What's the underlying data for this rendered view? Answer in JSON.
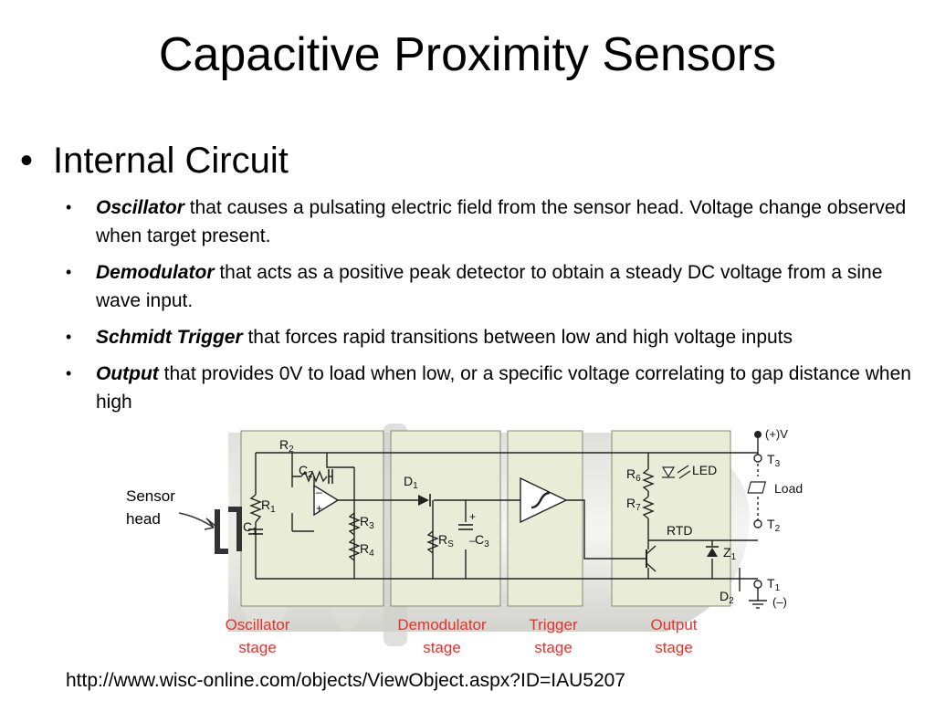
{
  "title": "Capacitive Proximity Sensors",
  "main_bullet": "Internal Circuit",
  "sub_bullets": [
    {
      "term": "Oscillator",
      "text": " that causes a pulsating electric field from the sensor head. Voltage change observed when target present."
    },
    {
      "term": "Demodulator",
      "text": " that acts as a positive peak detector to obtain a steady DC voltage from a sine wave input."
    },
    {
      "term": "Schmidt Trigger",
      "text": " that forces rapid transitions between low and high voltage inputs"
    },
    {
      "term": "Output",
      "text": " that provides 0V to load when low, or a specific voltage correlating to gap distance when high"
    }
  ],
  "diagram": {
    "sensor_label_1": "Sensor",
    "sensor_label_2": "head",
    "labels": {
      "r2": "R",
      "r2_sub": "2",
      "c2": "C",
      "c2_sub": "2",
      "r1": "R",
      "r1_sub": "1",
      "c1": "C",
      "c1_sub": "1",
      "r3": "R",
      "r3_sub": "3",
      "r4": "R",
      "r4_sub": "4",
      "d1": "D",
      "d1_sub": "1",
      "rs": "R",
      "rs_sub": "S",
      "c3": "C",
      "c3_sub": "3",
      "r6": "R",
      "r6_sub": "6",
      "r7": "R",
      "r7_sub": "7",
      "led": "LED",
      "rtd": "RTD",
      "z1": "Z",
      "z1_sub": "1",
      "d2": "D",
      "d2_sub": "2",
      "vplus": "(+)V",
      "t3": "T",
      "t3_sub": "3",
      "load": "Load",
      "t2": "T",
      "t2_sub": "2",
      "t1": "T",
      "t1_sub": "1",
      "minus": "(–)",
      "opamp_minus": "–",
      "opamp_plus": "+",
      "c3_plus": "+",
      "c3_minus": "–"
    },
    "stages": [
      {
        "line1": "Oscillator",
        "line2": "stage"
      },
      {
        "line1": "Demodulator",
        "line2": "stage"
      },
      {
        "line1": "Trigger",
        "line2": "stage"
      },
      {
        "line1": "Output",
        "line2": "stage"
      }
    ],
    "colors": {
      "stage_label": "#e8302a",
      "panel": "#e9ecd6",
      "wire": "#222222"
    }
  },
  "source_url": "http://www.wisc-online.com/objects/ViewObject.aspx?ID=IAU5207"
}
